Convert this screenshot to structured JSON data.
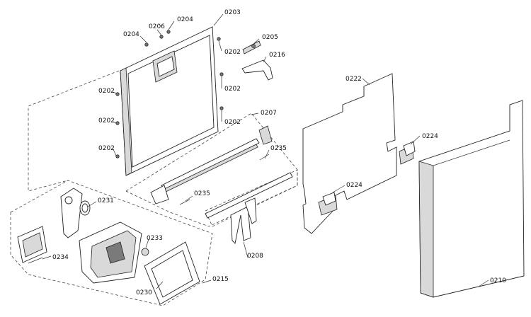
{
  "callouts": {
    "c0203": "0203",
    "c0204a": "0204",
    "c0206": "0206",
    "c0204b": "0204",
    "c0202a": "0202",
    "c0205": "0205",
    "c0216": "0216",
    "c0202b": "0202",
    "c0202c": "0202",
    "c0202d": "0202",
    "c0202e": "0202",
    "c0202f": "0202",
    "c0207": "0207",
    "c0222": "0222",
    "c0224a": "0224",
    "c0224b": "0224",
    "c0235a": "0235",
    "c0235b": "0235",
    "c0231": "0231",
    "c0233": "0233",
    "c0234": "0234",
    "c0208": "0208",
    "c0230": "0230",
    "c0215": "0215",
    "c0210": "0210"
  }
}
